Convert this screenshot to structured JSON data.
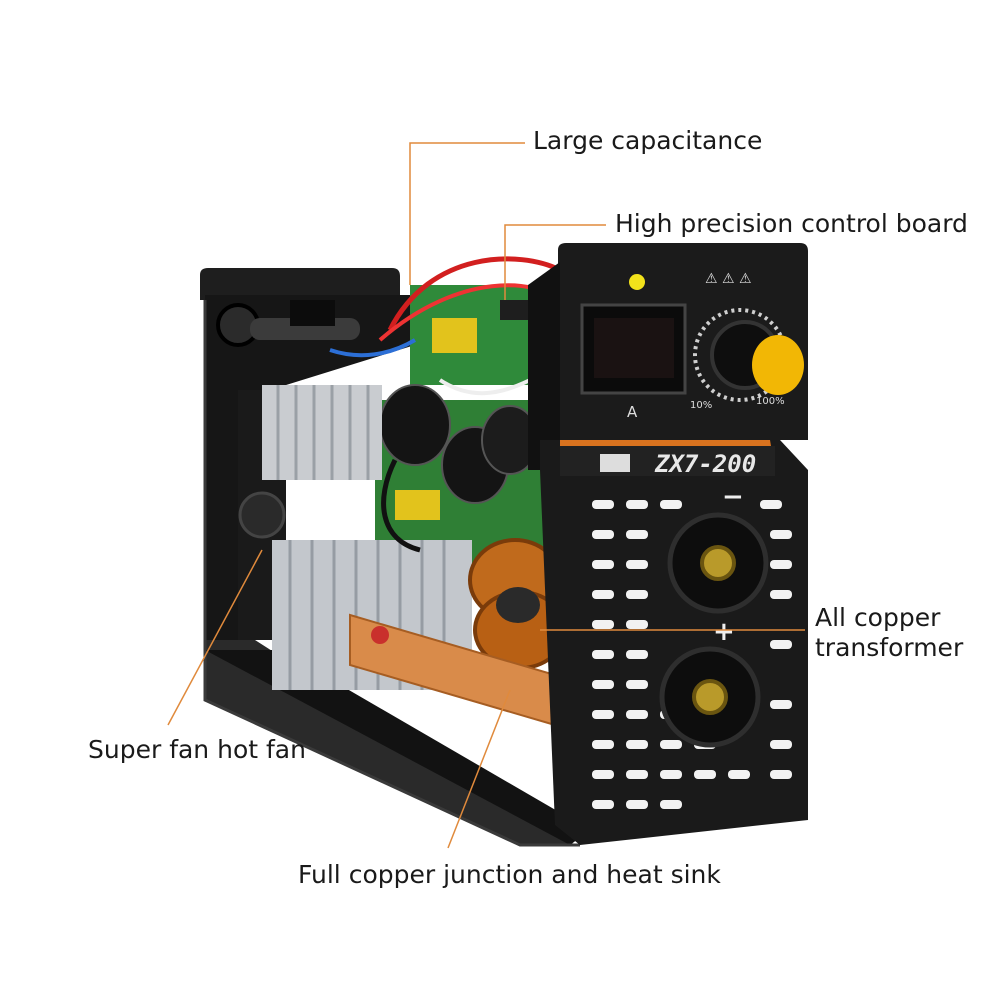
{
  "callouts": {
    "large_capacitance": "Large capacitance",
    "control_board": "High precision control board",
    "transformer_line1": "All copper",
    "transformer_line2": "transformer",
    "fan": "Super fan hot fan",
    "heat_sink": "Full copper junction and heat sink"
  },
  "device": {
    "model": "ZX7-200",
    "meter_unit": "A",
    "dial_min": "10%",
    "dial_max": "100%",
    "minus_sign": "−",
    "plus_sign": "+"
  },
  "colors": {
    "leader_line": "#e08a3c",
    "housing": "#1b1b1b",
    "accent_orange": "#d9731f",
    "knob_yellow": "#f2b705",
    "copper": "#d98b4a",
    "pcb_green": "#2f8a3a",
    "heatsink": "#c9ccd0"
  }
}
